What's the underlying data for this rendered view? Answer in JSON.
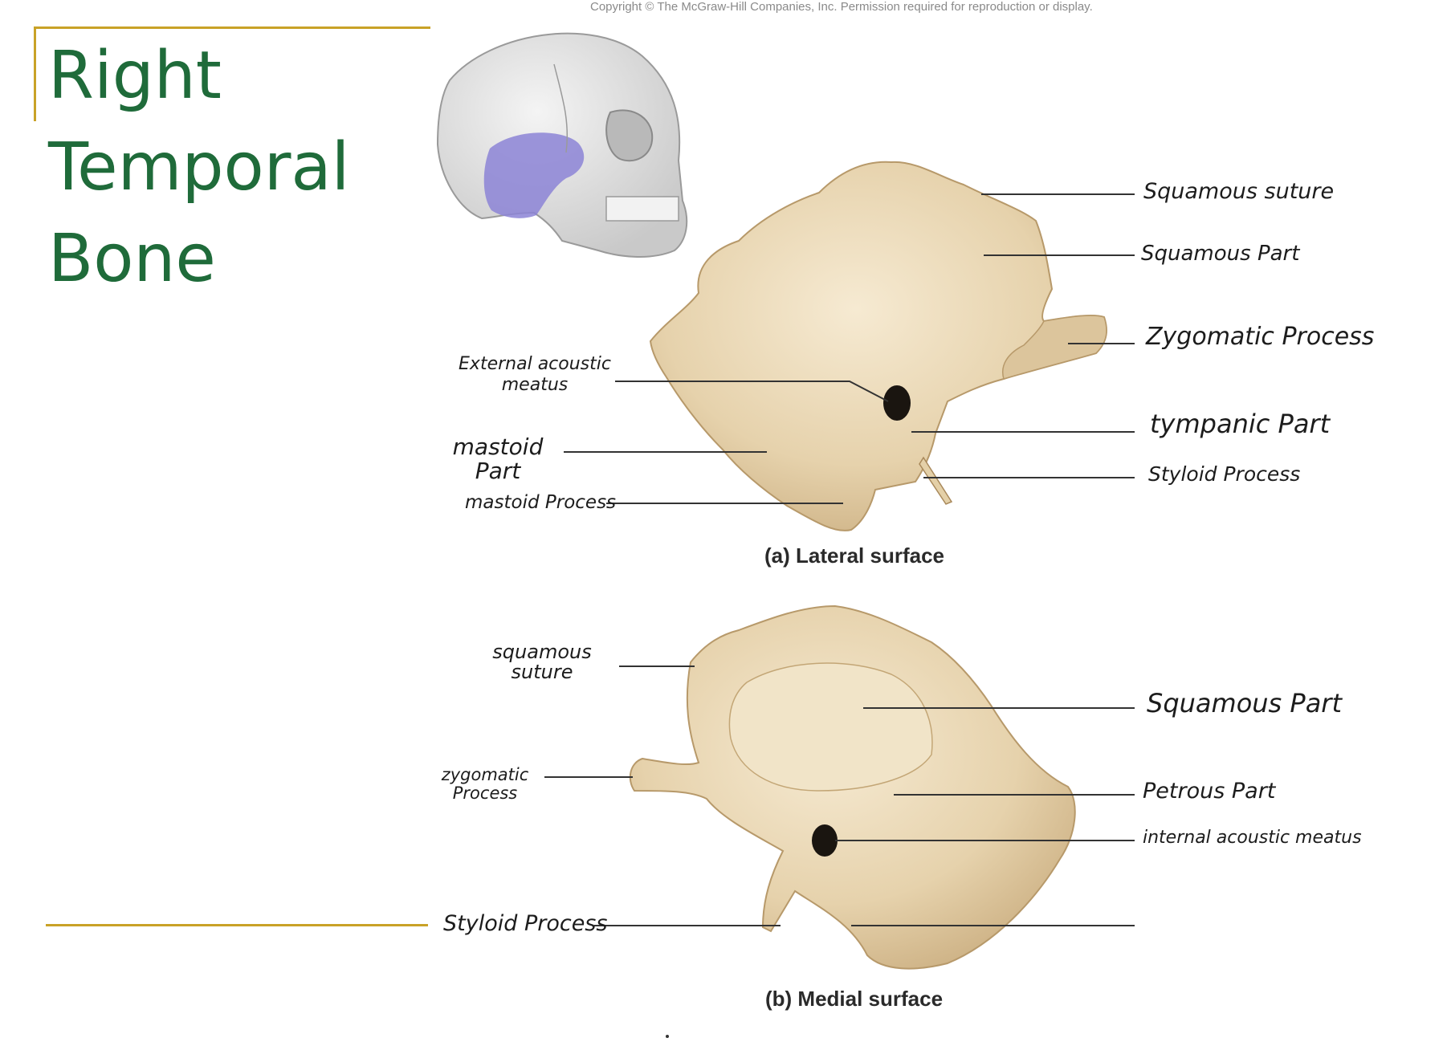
{
  "title": {
    "line1": "Right",
    "line2": "Temporal",
    "line3": "Bone"
  },
  "copyright": "Copyright © The McGraw-Hill Companies, Inc. Permission required for reproduction or display.",
  "lateral": {
    "caption": "(a) Lateral surface",
    "labels": {
      "squamous_suture": "Squamous suture",
      "squamous_part": "Squamous Part",
      "zygomatic_process": "Zygomatic Process",
      "external_acoustic_meatus": "External acoustic meatus",
      "tympanic_part": "tympanic Part",
      "mastoid_part": "mastoid Part",
      "styloid_process": "Styloid Process",
      "mastoid_process": "mastoid Process"
    }
  },
  "medial": {
    "caption": "(b) Medial surface",
    "labels": {
      "squamous_suture": "squamous suture",
      "squamous_part": "Squamous Part",
      "zygomatic_process": "zygomatic Process",
      "petrous_part": "Petrous Part",
      "internal_acoustic_meatus": "internal acoustic meatus",
      "styloid_process": "Styloid Process"
    }
  },
  "colors": {
    "title": "#1f6b3a",
    "rule": "#c9a227",
    "bone": "#e8d6b4",
    "bone_shadow": "#c8ad82",
    "temporal_highlight": "#8c84d6"
  }
}
